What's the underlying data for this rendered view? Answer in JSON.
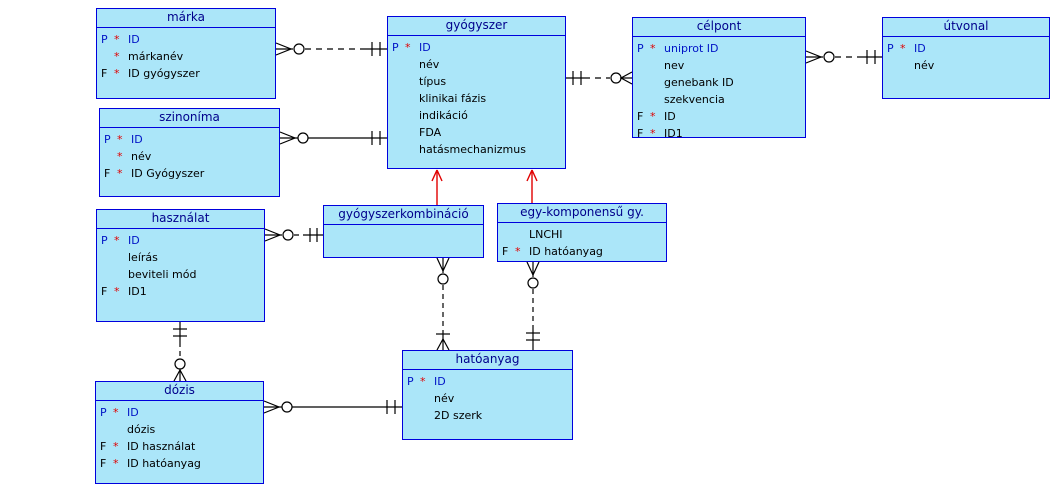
{
  "canvas": {
    "background": "#ffffff"
  },
  "colors": {
    "entity_fill": "#abe6f9",
    "entity_border": "#0000dd",
    "title_text": "#00008c",
    "primary_key_text": "#0013c6",
    "field_text": "#000000",
    "required_marker": "#e00000",
    "relationship_line": "#000000",
    "subtype_arrow": "#e00000"
  },
  "entities": [
    {
      "id": "marka",
      "title": "márka",
      "fields": [
        {
          "key": "P",
          "star": "*",
          "name": "ID",
          "pk": true
        },
        {
          "key": "",
          "star": "*",
          "name": "márkanév",
          "pk": false
        },
        {
          "key": "F",
          "star": "*",
          "name": "ID gyógyszer",
          "pk": false
        }
      ]
    },
    {
      "id": "szinonima",
      "title": "szinoníma",
      "fields": [
        {
          "key": "P",
          "star": "*",
          "name": "ID",
          "pk": true
        },
        {
          "key": "",
          "star": "*",
          "name": "név",
          "pk": false
        },
        {
          "key": "F",
          "star": "*",
          "name": "ID Gyógyszer",
          "pk": false
        }
      ]
    },
    {
      "id": "hasznalat",
      "title": "használat",
      "fields": [
        {
          "key": "P",
          "star": "*",
          "name": "ID",
          "pk": true
        },
        {
          "key": "",
          "star": "",
          "name": "leírás",
          "pk": false
        },
        {
          "key": "",
          "star": "",
          "name": "beviteli mód",
          "pk": false
        },
        {
          "key": "F",
          "star": "*",
          "name": "ID1",
          "pk": false
        }
      ]
    },
    {
      "id": "dozis",
      "title": "dózis",
      "fields": [
        {
          "key": "P",
          "star": "*",
          "name": "ID",
          "pk": true
        },
        {
          "key": "",
          "star": "",
          "name": "dózis",
          "pk": false
        },
        {
          "key": "F",
          "star": "*",
          "name": "ID használat",
          "pk": false
        },
        {
          "key": "F",
          "star": "*",
          "name": "ID hatóanyag",
          "pk": false
        }
      ]
    },
    {
      "id": "gyogyszer",
      "title": "gyógyszer",
      "fields": [
        {
          "key": "P",
          "star": "*",
          "name": "ID",
          "pk": true
        },
        {
          "key": "",
          "star": "",
          "name": "név",
          "pk": false
        },
        {
          "key": "",
          "star": "",
          "name": "típus",
          "pk": false
        },
        {
          "key": "",
          "star": "",
          "name": "klinikai fázis",
          "pk": false
        },
        {
          "key": "",
          "star": "",
          "name": "indikáció",
          "pk": false
        },
        {
          "key": "",
          "star": "",
          "name": "FDA",
          "pk": false
        },
        {
          "key": "",
          "star": "",
          "name": "hatásmechanizmus",
          "pk": false
        }
      ]
    },
    {
      "id": "gyogyszerkombinacio",
      "title": "gyógyszerkombináció",
      "fields": []
    },
    {
      "id": "egykomponensu",
      "title": "egy-komponensű gy.",
      "fields": [
        {
          "key": "",
          "star": "",
          "name": "LNCHI",
          "pk": false
        },
        {
          "key": "F",
          "star": "*",
          "name": "ID hatóanyag",
          "pk": false
        }
      ]
    },
    {
      "id": "hatoanyag",
      "title": "hatóanyag",
      "fields": [
        {
          "key": "P",
          "star": "*",
          "name": "ID",
          "pk": true
        },
        {
          "key": "",
          "star": "",
          "name": "név",
          "pk": false
        },
        {
          "key": "",
          "star": "",
          "name": "2D szerk",
          "pk": false
        }
      ]
    },
    {
      "id": "celpont",
      "title": "célpont",
      "fields": [
        {
          "key": "P",
          "star": "*",
          "name": "uniprot ID",
          "pk": true
        },
        {
          "key": "",
          "star": "",
          "name": "nev",
          "pk": false
        },
        {
          "key": "",
          "star": "",
          "name": "genebank ID",
          "pk": false
        },
        {
          "key": "",
          "star": "",
          "name": "szekvencia",
          "pk": false
        },
        {
          "key": "F",
          "star": "*",
          "name": "ID",
          "pk": false
        },
        {
          "key": "F",
          "star": "*",
          "name": "ID1",
          "pk": false
        }
      ]
    },
    {
      "id": "utvonal",
      "title": "útvonal",
      "fields": [
        {
          "key": "P",
          "star": "*",
          "name": "ID",
          "pk": true
        },
        {
          "key": "",
          "star": "",
          "name": "név",
          "pk": false
        }
      ]
    }
  ],
  "relationships": [
    {
      "from": "márka",
      "to": "gyógyszer",
      "line": "dashed",
      "from_end": "many-optional",
      "to_end": "one"
    },
    {
      "from": "szinoníma",
      "to": "gyógyszer",
      "line": "solid",
      "from_end": "many-optional",
      "to_end": "one"
    },
    {
      "from": "használat",
      "to": "gyógyszerkombináció",
      "line": "dashed",
      "from_end": "many-optional",
      "to_end": "one"
    },
    {
      "from": "dózis",
      "to": "hatóanyag",
      "line": "solid",
      "from_end": "many-optional",
      "to_end": "one"
    },
    {
      "from": "gyógyszer",
      "to": "célpont",
      "line": "dashed",
      "from_end": "one",
      "to_end": "many-optional"
    },
    {
      "from": "célpont",
      "to": "útvonal",
      "line": "dashed",
      "from_end": "many-optional",
      "to_end": "one"
    },
    {
      "from": "használat",
      "to": "dózis",
      "line": "dashed",
      "from_end": "one",
      "to_end": "many-optional"
    },
    {
      "from": "gyógyszerkombináció",
      "to": "hatóanyag",
      "line": "dashed",
      "from_end": "many-optional",
      "to_end": "many-one"
    },
    {
      "from": "egy-komponensű gy.",
      "to": "hatóanyag",
      "line": "dashed",
      "from_end": "many-optional",
      "to_end": "one"
    },
    {
      "from": "gyógyszerkombináció",
      "to": "gyógyszer",
      "type": "subtype-arrow"
    },
    {
      "from": "egy-komponensű gy.",
      "to": "gyógyszer",
      "type": "subtype-arrow"
    }
  ]
}
